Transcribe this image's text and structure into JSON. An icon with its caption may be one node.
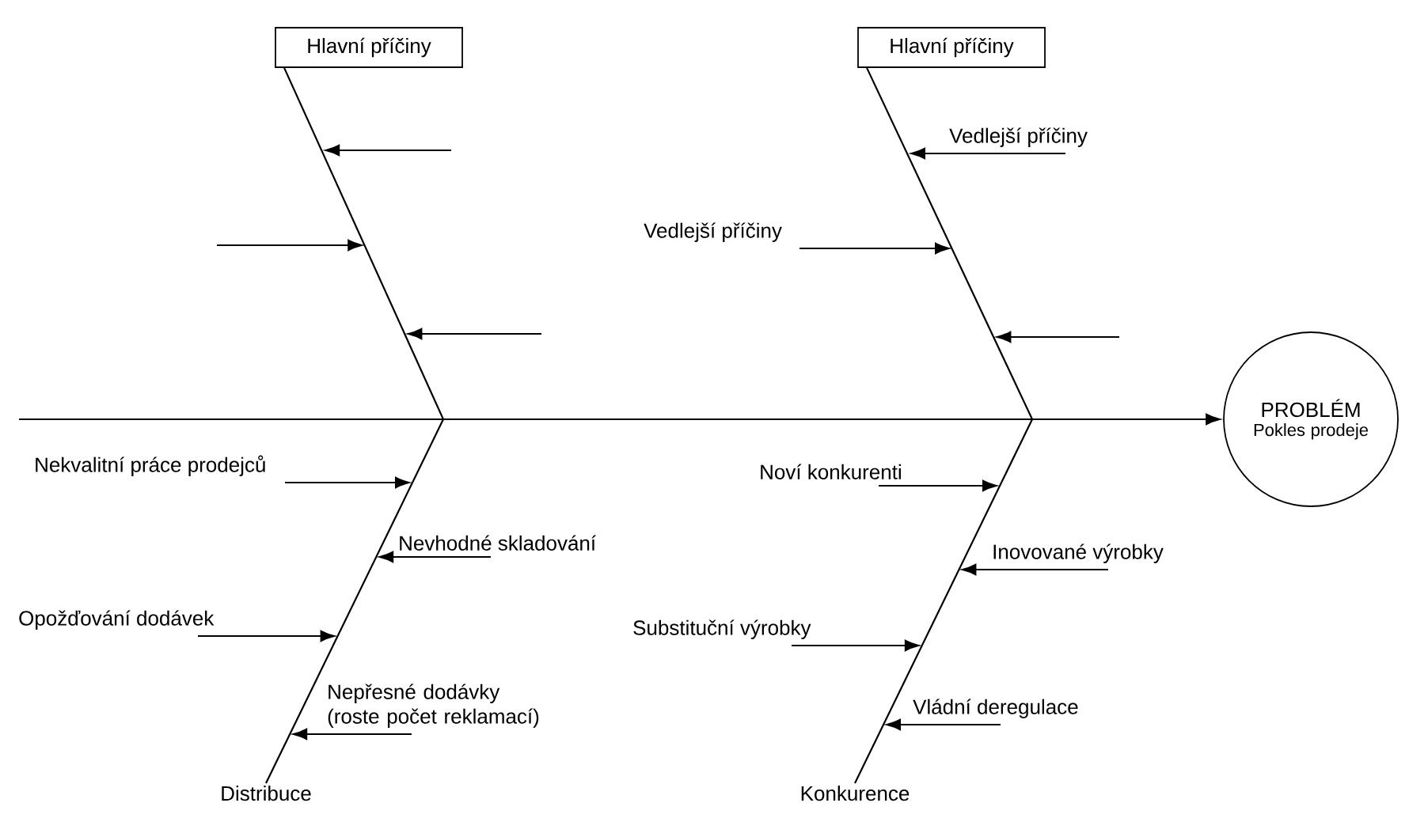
{
  "diagram": {
    "nodes": [
      {
        "text": [
          "Hlavní příčiny"
        ]
      },
      {
        "text": [
          "Hlavní příčiny"
        ]
      },
      {
        "text": [
          "Vedlejší příčiny"
        ]
      },
      {
        "text": [
          "Vedlejší příčiny"
        ]
      },
      {
        "text": [
          "PROBLÉM",
          "Pokles prodeje"
        ]
      },
      {
        "text": [
          "Nekvalitní práce prodejců"
        ]
      },
      {
        "text": [
          "Nevhodné skladování"
        ]
      },
      {
        "text": [
          "Noví konkurenti"
        ]
      },
      {
        "text": [
          "Inovované výrobky"
        ]
      },
      {
        "text": [
          "Opožďování dodávek"
        ]
      },
      {
        "text": [
          "Substituční výrobky"
        ]
      },
      {
        "text": [
          "Nepřesné dodávky (roste počet reklamací)"
        ]
      },
      {
        "text": [
          "Vládní deregulace"
        ]
      },
      {
        "text": [
          "Distribuce"
        ]
      },
      {
        "text": [
          "Konkurence"
        ]
      }
    ],
    "edges": [
      {
        "from": 0,
        "to": 13,
        "arrow": "none"
      },
      {
        "from": 1,
        "to": 14,
        "arrow": "none"
      },
      {
        "from": null,
        "to": 4,
        "arrow": "to"
      },
      {
        "from": 2,
        "to": null,
        "arrow": "to"
      },
      {
        "from": 3,
        "to": null,
        "arrow": "to"
      },
      {
        "from": 5,
        "to": null,
        "arrow": "to"
      },
      {
        "from": 6,
        "to": null,
        "arrow": "to"
      },
      {
        "from": 7,
        "to": null,
        "arrow": "to"
      },
      {
        "from": 8,
        "to": null,
        "arrow": "to"
      },
      {
        "from": 9,
        "to": null,
        "arrow": "to"
      },
      {
        "from": 10,
        "to": null,
        "arrow": "to"
      },
      {
        "from": 11,
        "to": null,
        "arrow": "to"
      },
      {
        "from": 12,
        "to": null,
        "arrow": "to"
      }
    ]
  }
}
